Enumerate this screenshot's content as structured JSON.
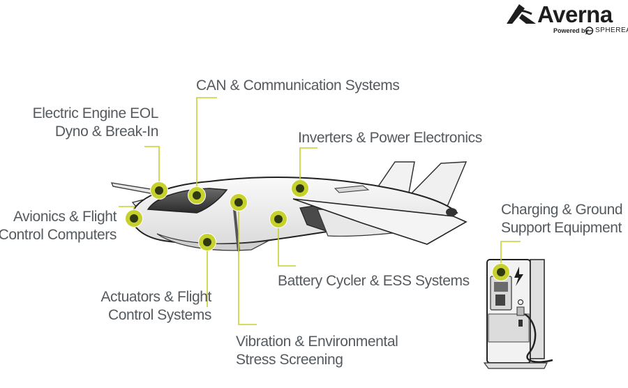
{
  "brand": {
    "name": "Averna",
    "powered_by": "Powered by",
    "partner": "SPHEREA"
  },
  "colors": {
    "accent": "#c6d12e",
    "hotspot_center": "#2f3a12",
    "label_text": "#555a5f",
    "outline": "#222222"
  },
  "labels": {
    "can": {
      "line1": "CAN & Communication Systems"
    },
    "engine": {
      "line1": "Electric Engine EOL",
      "line2": "Dyno & Break-In"
    },
    "inverters": {
      "line1": "Inverters & Power Electronics"
    },
    "avionics": {
      "line1": "Avionics & Flight",
      "line2": "Control Computers"
    },
    "charging": {
      "line1": "Charging & Ground",
      "line2": "Support Equipment"
    },
    "battery": {
      "line1": "Battery Cycler & ESS Systems"
    },
    "actuators": {
      "line1": "Actuators & Flight",
      "line2": "Control Systems"
    },
    "vibration": {
      "line1": "Vibration & Environmental",
      "line2": "Stress Screening"
    }
  },
  "icons": [
    "averna-logo-icon",
    "spherea-logo-icon",
    "aircraft-illustration",
    "charging-station-illustration",
    "lightning-icon",
    "hotspot-icon"
  ]
}
